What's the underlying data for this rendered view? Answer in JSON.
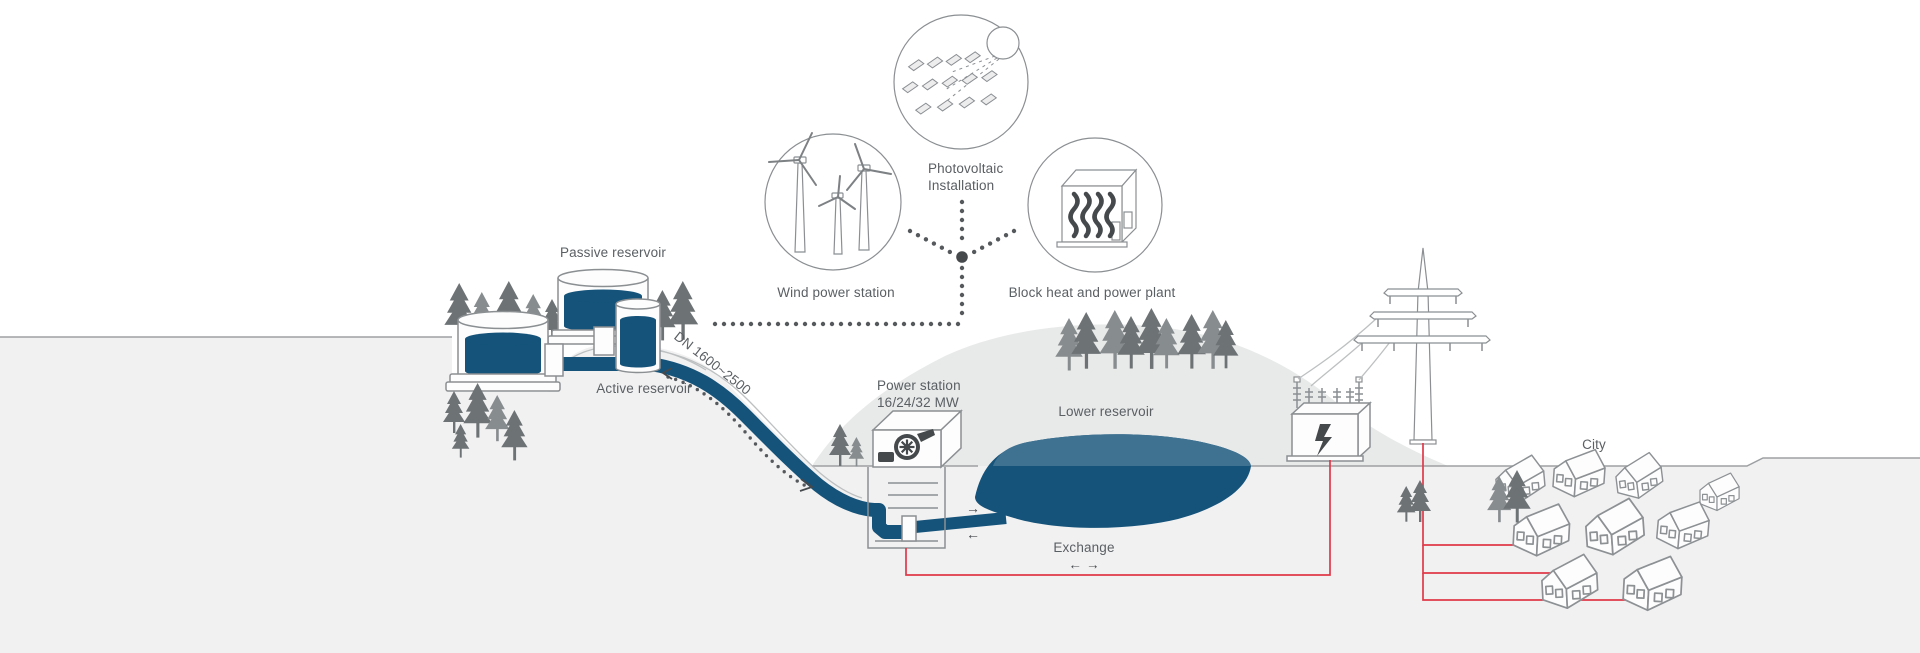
{
  "colors": {
    "water_dark": "#15537a",
    "water_light": "#3f7291",
    "power_line_red": "#e0394a",
    "outline_gray": "#8b8f92",
    "text_gray": "#5a5f63",
    "dark_icon": "#45494c",
    "hill_gray": "#e8e9e9",
    "underground_gray": "#f1f1f2",
    "tree_gray": "#6d7274",
    "tree_light": "#878c8e"
  },
  "labels": {
    "passive_reservoir": "Passive reservoir",
    "active_reservoir": "Active reservoir",
    "pipe_diameter": "DN 1600~2500",
    "photovoltaic_line1": "Photovoltaic",
    "photovoltaic_line2": "Installation",
    "wind_power_station": "Wind power station",
    "block_heat_power_plant": "Block heat and power plant",
    "power_station_line1": "Power station",
    "power_station_line2": "16/24/32 MW",
    "lower_reservoir": "Lower reservoir",
    "exchange": "Exchange",
    "exchange_arrows": "← →",
    "city": "City",
    "flow_right_arrow": "→",
    "flow_left_arrow": "←"
  },
  "icons": [
    "wind-turbine-icon",
    "solar-panel-icon",
    "sun-icon",
    "chp-building-icon",
    "heat-waves-icon",
    "turbine-pump-icon",
    "lightning-bolt-icon",
    "transmission-tower-icon",
    "transformer-icon",
    "pine-tree-icon",
    "house-icon"
  ]
}
